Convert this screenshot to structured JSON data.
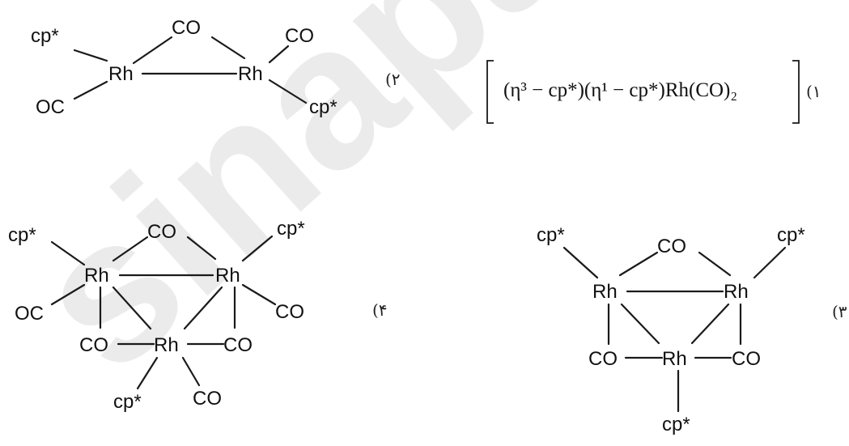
{
  "watermark": "sinapad",
  "options": {
    "opt1": {
      "number": "(۱",
      "formula": "(η³ − cp*)(η¹ − cp*)Rh(CO)₂"
    },
    "opt2": {
      "number": "(۲",
      "labels": {
        "cp_a": "cp*",
        "rh_a": "Rh",
        "oc_a": "OC",
        "co_bridge": "CO",
        "rh_b": "Rh",
        "co_b": "CO",
        "cp_b": "cp*"
      }
    },
    "opt3": {
      "number": "(۳",
      "labels": {
        "cp_l": "cp*",
        "co_top": "CO",
        "cp_r": "cp*",
        "rh_l": "Rh",
        "rh_r": "Rh",
        "co_l": "CO",
        "rh_m": "Rh",
        "co_r": "CO",
        "cp_b": "cp*"
      }
    },
    "opt4": {
      "number": "(۴",
      "labels": {
        "cp_l": "cp*",
        "co_top": "CO",
        "cp_r": "cp*",
        "rh_l": "Rh",
        "rh_r": "Rh",
        "oc_l": "OC",
        "co_r": "CO",
        "co_bl": "CO",
        "rh_m": "Rh",
        "co_br": "CO",
        "cp_b": "cp*",
        "co_b": "CO"
      }
    }
  }
}
